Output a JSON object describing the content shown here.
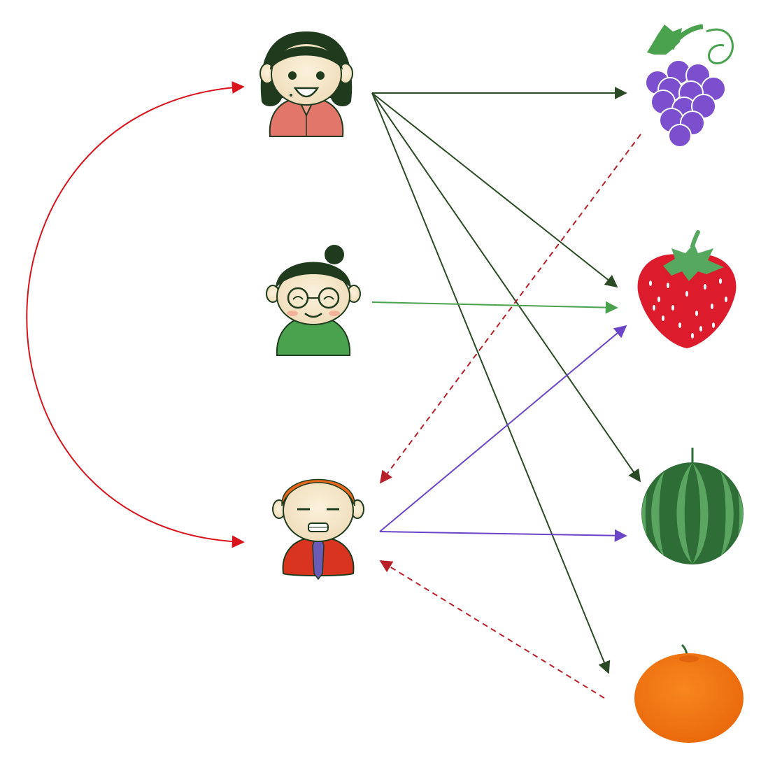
{
  "diagram": {
    "people": [
      {
        "id": "woman",
        "icon": "woman-avatar-icon",
        "colors": {
          "shirt": "#e2766a",
          "hair": "#1f3a1d",
          "skin": "#f6e8cc"
        }
      },
      {
        "id": "girl",
        "icon": "girl-with-glasses-avatar-icon",
        "colors": {
          "shirt": "#4aa24f",
          "hair": "#1f3a1d",
          "skin": "#f6e8cc"
        }
      },
      {
        "id": "man",
        "icon": "man-with-tie-avatar-icon",
        "colors": {
          "shirt": "#d8341f",
          "hair": "#e5671d",
          "tie": "#6a5bb5",
          "skin": "#f6e8cc"
        }
      }
    ],
    "fruits": [
      {
        "id": "grapes",
        "icon": "grapes-icon",
        "color": "#7b4fce"
      },
      {
        "id": "strawberry",
        "icon": "strawberry-icon",
        "color": "#dc1c2c"
      },
      {
        "id": "watermelon",
        "icon": "watermelon-icon",
        "color": "#2e6e36"
      },
      {
        "id": "orange",
        "icon": "orange-icon",
        "color": "#f07214"
      }
    ],
    "relations": [
      {
        "from": "woman",
        "to": "grapes",
        "style": "solid",
        "color": "#2c4a26"
      },
      {
        "from": "woman",
        "to": "strawberry",
        "style": "solid",
        "color": "#2c4a26"
      },
      {
        "from": "woman",
        "to": "watermelon",
        "style": "solid",
        "color": "#2c4a26"
      },
      {
        "from": "woman",
        "to": "orange",
        "style": "solid",
        "color": "#2c4a26"
      },
      {
        "from": "girl",
        "to": "strawberry",
        "style": "solid",
        "color": "#4aa24f"
      },
      {
        "from": "man",
        "to": "strawberry",
        "style": "solid",
        "color": "#6a45c8"
      },
      {
        "from": "man",
        "to": "watermelon",
        "style": "solid",
        "color": "#6a45c8"
      },
      {
        "from": "grapes",
        "to": "man",
        "style": "dashed",
        "color": "#b8202a"
      },
      {
        "from": "orange",
        "to": "man",
        "style": "dashed",
        "color": "#b8202a"
      },
      {
        "from": "woman",
        "to": "man",
        "style": "bidirectional-curve",
        "color": "#d8141c"
      }
    ]
  }
}
